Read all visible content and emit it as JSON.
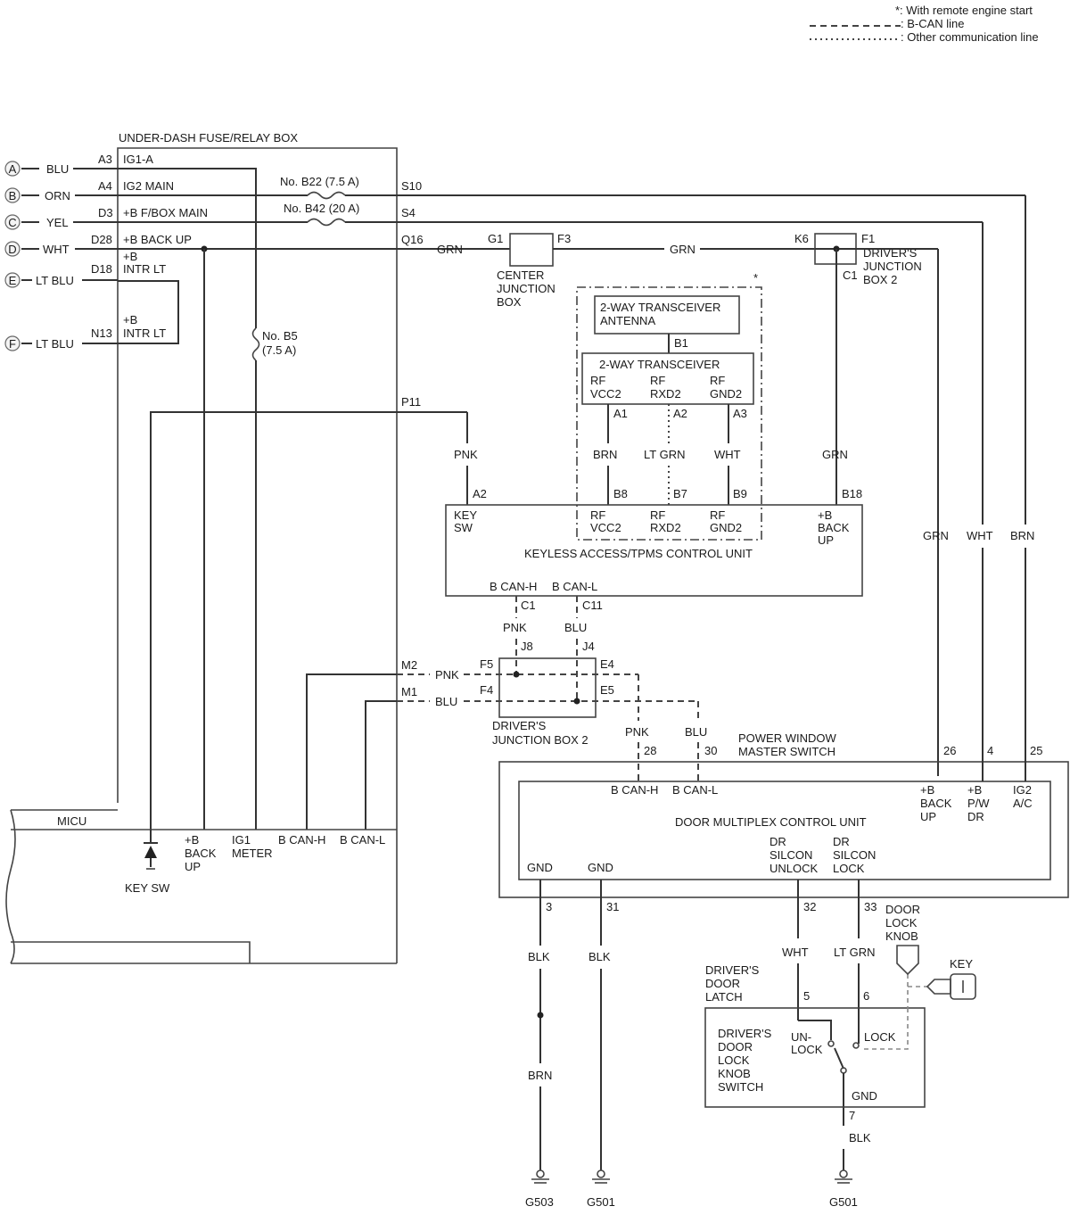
{
  "legend": {
    "remote": "*: With remote engine start",
    "bcan": ": B-CAN line",
    "other": ": Other communication line"
  },
  "inputs": [
    {
      "letter": "A",
      "color": "BLU",
      "pin": "A3",
      "name": "IG1-A"
    },
    {
      "letter": "B",
      "color": "ORN",
      "pin": "A4",
      "name": "IG2 MAIN"
    },
    {
      "letter": "C",
      "color": "YEL",
      "pin": "D3",
      "name": "+B F/BOX MAIN"
    },
    {
      "letter": "D",
      "color": "WHT",
      "pin": "D28",
      "name": "+B BACK UP"
    },
    {
      "letter": "E",
      "color": "LT BLU",
      "pin": "D18",
      "name1": "+B",
      "name2": "INTR LT"
    },
    {
      "letter": "F",
      "color": "LT BLU",
      "pin": "N13",
      "name1": "+B",
      "name2": "INTR LT"
    }
  ],
  "fusebox": {
    "title": "UNDER-DASH FUSE/RELAY BOX",
    "fuse_b22": "No. B22 (7.5 A)",
    "fuse_b42": "No. B42 (20 A)",
    "fuse_b5_1": "No. B5",
    "fuse_b5_2": "(7.5 A)",
    "out_s10": "S10",
    "out_s4": "S4",
    "out_q16": "Q16",
    "out_p11": "P11",
    "out_m2": "M2",
    "out_m1": "M1"
  },
  "micu": {
    "title": "MICU",
    "keysw": "KEY SW",
    "bbackup": [
      "+B",
      "BACK",
      "UP"
    ],
    "ig1meter": [
      "IG1",
      "METER"
    ],
    "bcanh": "B CAN-H",
    "bcanl": "B CAN-L"
  },
  "center_jb": {
    "name": [
      "CENTER",
      "JUNCTION",
      "BOX"
    ],
    "pin_g1": "G1",
    "pin_f3": "F3",
    "wire_grn1": "GRN",
    "wire_grn2": "GRN"
  },
  "djb2_top": {
    "name": [
      "DRIVER'S",
      "JUNCTION",
      "BOX 2"
    ],
    "pin_k6": "K6",
    "pin_f1": "F1",
    "pin_c1": "C1"
  },
  "transceiver": {
    "star": "*",
    "antenna": [
      "2-WAY TRANSCEIVER",
      "ANTENNA"
    ],
    "title": "2-WAY TRANSCEIVER",
    "pin_b1": "B1",
    "term_rf1": "RF",
    "term_vcc2": "VCC2",
    "term_rf2": "RF",
    "term_rxd2": "RXD2",
    "term_rf3": "RF",
    "term_gnd2": "GND2",
    "pin_a1": "A1",
    "pin_a2": "A2",
    "pin_a3": "A3",
    "wire_brn": "BRN",
    "wire_ltgrn": "LT GRN",
    "wire_wht": "WHT"
  },
  "keyless": {
    "title": "KEYLESS ACCESS/TPMS CONTROL UNIT",
    "wire_pnk": "PNK",
    "wire_grn": "GRN",
    "pin_a2": "A2",
    "pin_b8": "B8",
    "pin_b7": "B7",
    "pin_b9": "B9",
    "pin_b18": "B18",
    "keysw": [
      "KEY",
      "SW"
    ],
    "rf_vcc2": [
      "RF",
      "VCC2"
    ],
    "rf_rxd2": [
      "RF",
      "RXD2"
    ],
    "rf_gnd2": [
      "RF",
      "GND2"
    ],
    "bbackup": [
      "+B",
      "BACK",
      "UP"
    ],
    "bcanh": "B CAN-H",
    "bcanl": "B CAN-L",
    "pin_c1": "C1",
    "pin_c11": "C11",
    "wire_pnk2": "PNK",
    "wire_blu2": "BLU"
  },
  "djb2_bot": {
    "name": [
      "DRIVER'S",
      "JUNCTION BOX 2"
    ],
    "pin_j8": "J8",
    "pin_j4": "J4",
    "pin_f5": "F5",
    "pin_f4": "F4",
    "pin_e4": "E4",
    "pin_e5": "E5",
    "wire_pnk": "PNK",
    "wire_blu": "BLU",
    "wire_pnk2": "PNK",
    "wire_blu2": "BLU"
  },
  "pwms": {
    "title": [
      "POWER WINDOW",
      "MASTER SWITCH"
    ],
    "dmcu": "DOOR MULTIPLEX CONTROL UNIT",
    "pin_28": "28",
    "pin_30": "30",
    "pin_26": "26",
    "pin_4": "4",
    "pin_25": "25",
    "bcanh": "B CAN-H",
    "bcanl": "B CAN-L",
    "bbackup": [
      "+B",
      "BACK",
      "UP"
    ],
    "bpwdr": [
      "+B",
      "P/W",
      "DR"
    ],
    "ig2ac": [
      "IG2",
      "A/C"
    ],
    "gnd1": "GND",
    "gnd2": "GND",
    "unlock": [
      "DR",
      "SILCON",
      "UNLOCK"
    ],
    "lock": [
      "DR",
      "SILCON",
      "LOCK"
    ],
    "pin_3": "3",
    "pin_31": "31",
    "pin_32": "32",
    "pin_33": "33",
    "wire_grn": "GRN",
    "wire_wht": "WHT",
    "wire_brn": "BRN"
  },
  "lower": {
    "wire_blk1": "BLK",
    "wire_blk2": "BLK",
    "wire_brn": "BRN",
    "wire_wht": "WHT",
    "wire_ltgrn": "LT GRN",
    "wire_blk3": "BLK",
    "g503": "G503",
    "g501a": "G501",
    "g501b": "G501"
  },
  "latch": {
    "name": [
      "DRIVER'S",
      "DOOR",
      "LATCH"
    ],
    "switch": [
      "DRIVER'S",
      "DOOR",
      "LOCK",
      "KNOB",
      "SWITCH"
    ],
    "unlock": [
      "UN-",
      "LOCK"
    ],
    "lock": "LOCK",
    "gnd": "GND",
    "pin_5": "5",
    "pin_6": "6",
    "pin_7": "7",
    "knob": [
      "DOOR",
      "LOCK",
      "KNOB"
    ],
    "key": "KEY"
  }
}
